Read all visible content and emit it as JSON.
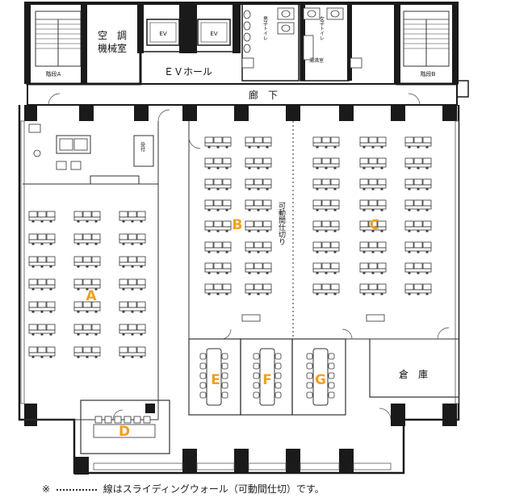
{
  "rooms": {
    "machine_room_line1": "空　調",
    "machine_room_line2": "機械室",
    "ev1": "EV",
    "ev2": "EV",
    "ev_hall": "ＥＶホール",
    "stairs_a": "階段A",
    "stairs_b": "階段B",
    "corridor": "廊　下",
    "mens_wc": "男子トイレ",
    "womens_wc": "女子トイレ",
    "kitchenette": "湯沸室",
    "reception": "受付",
    "storage": "倉　庫",
    "partition_label": "可動間仕切り"
  },
  "room_letters": {
    "a": "A",
    "b": "B",
    "c": "C",
    "d": "D",
    "e": "E",
    "f": "F",
    "g": "G"
  },
  "note": {
    "mark": "※",
    "text": "線はスライディングウォール（可動間仕切）です。"
  },
  "colors": {
    "accent": "#f0a020",
    "wall": "#1a1a1a",
    "pillar": "#222222",
    "line": "#555555"
  }
}
